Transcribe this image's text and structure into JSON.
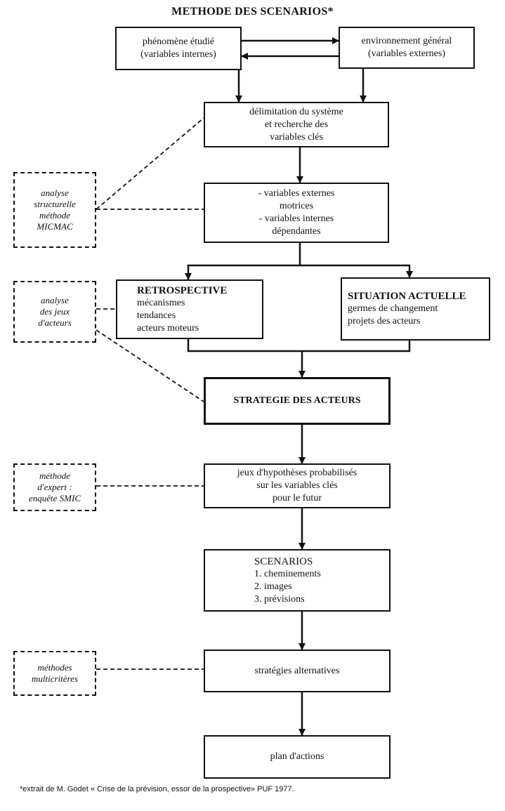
{
  "title": "METHODE DES SCENARIOS*",
  "boxes": {
    "phenomene": [
      "phénomène étudié",
      "(variables internes)"
    ],
    "environnement": [
      "environnement général",
      "(variables externes)"
    ],
    "delimitation": [
      "délimitation du système",
      "et recherche des",
      "variables clés"
    ],
    "variables": [
      "- variables externes",
      "motrices",
      "- variables internes",
      "dépendantes"
    ],
    "retrospective": {
      "heading": "RETROSPECTIVE",
      "lines": [
        "mécanismes",
        "tendances",
        "acteurs moteurs"
      ]
    },
    "situation": {
      "heading": "SITUATION ACTUELLE",
      "lines": [
        "germes de changement",
        "projets des acteurs"
      ]
    },
    "strategie": "STRATEGIE DES ACTEURS",
    "hypotheses": [
      "jeux d'hypothèses probabilisés",
      "sur les variables clés",
      "pour le futur"
    ],
    "scenarios": {
      "heading": "SCENARIOS",
      "lines": [
        "1. cheminements",
        "2. images",
        "3. prévisions"
      ]
    },
    "alternatives": "stratégies alternatives",
    "plan": "plan d'actions"
  },
  "side_methods": {
    "micmac": [
      "analyse",
      "structurelle",
      "méthode",
      "MICMAC"
    ],
    "jeux": [
      "analyse",
      "des jeux",
      "d'acteurs"
    ],
    "expert": [
      "méthode",
      "d'expert :",
      "enquête SMIC"
    ],
    "multicriteres": [
      "méthodes",
      "multicritères"
    ]
  },
  "footnote": "*extrait de M. Godet « Crise de la prévision, essor de la prospective» PUF 1977."
}
